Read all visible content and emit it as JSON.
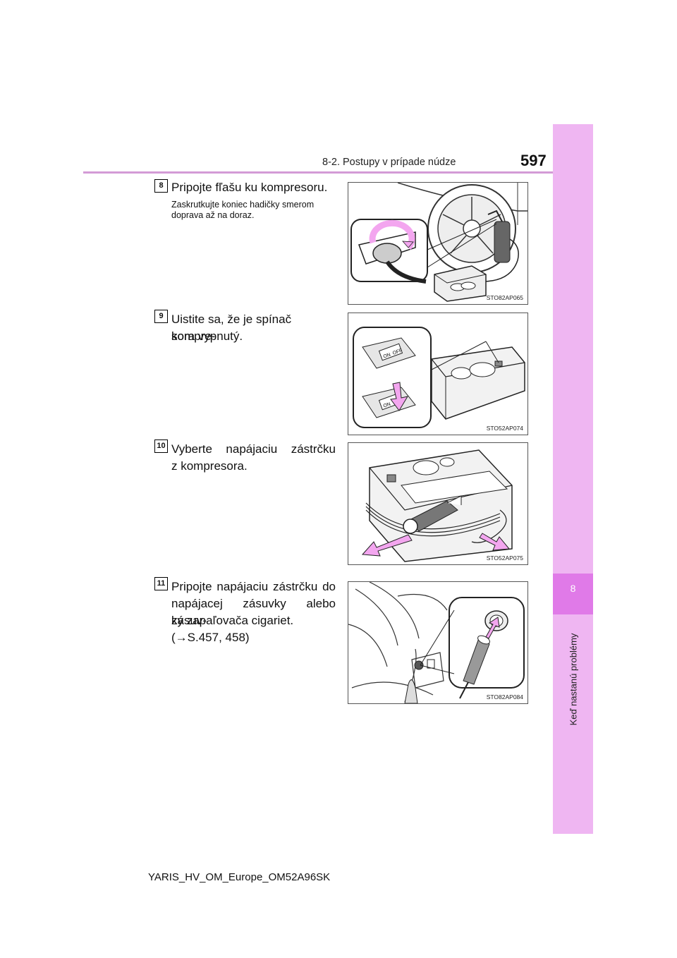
{
  "header": {
    "section": "8-2. Postupy v prípade núdze",
    "page_number": "597"
  },
  "side_tab": {
    "chapter_number": "8",
    "chapter_title": "Keď nastanú problémy"
  },
  "steps": [
    {
      "number": "8",
      "text": "Pripojte fľašu ku kompresoru.",
      "subtext": "Zaskrutkujte koniec hadičky smerom doprava až na doraz.",
      "figure_code": "STO82AP065"
    },
    {
      "number": "9",
      "text_line1": "Uistite sa, že je spínač kompre-",
      "text_line2": "sora vypnutý.",
      "figure_code": "STO52AP074",
      "switch_labels": [
        "ON",
        "OFF"
      ]
    },
    {
      "number": "10",
      "text_line1": "Vyberte napájaciu zástrčku",
      "text_line2": "z kompresora.",
      "figure_code": "STO52AP075"
    },
    {
      "number": "11",
      "text_line1": "Pripojte napájaciu zástrčku do",
      "text_line2": "napájacej zásuvky alebo zásuv-",
      "text_line3": "ky zapaľovača cigariet.",
      "text_line4": "(→S.457, 458)",
      "figure_code": "STO82AP084"
    }
  ],
  "footer": {
    "doc_id": "YARIS_HV_OM_Europe_OM52A96SK"
  },
  "colors": {
    "tab_light": "#efb6f2",
    "tab_dark": "#e07ae8",
    "rule": "#d39bd6",
    "arrow_pink": "#f3a6ef"
  }
}
